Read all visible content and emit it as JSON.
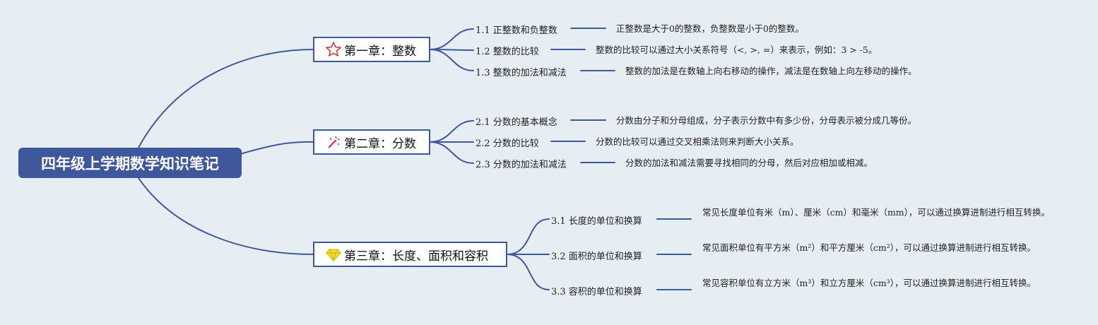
{
  "root": {
    "title": "四年级上学期数学知识笔记"
  },
  "chapters": [
    {
      "title": "第一章：整数",
      "icon": "star-icon",
      "topics": [
        {
          "title": "1.1 正整数和负整数",
          "desc": "正整数是大于0的整数，负整数是小于0的整数。"
        },
        {
          "title": "1.2 整数的比较",
          "desc": "整数的比较可以通过大小关系符号（<, >, =）来表示，例如：3 > -5。"
        },
        {
          "title": "1.3 整数的加法和减法",
          "desc": "整数的加法是在数轴上向右移动的操作，减法是在数轴上向左移动的操作。"
        }
      ]
    },
    {
      "title": "第二章：分数",
      "icon": "magic-wand-icon",
      "topics": [
        {
          "title": "2.1 分数的基本概念",
          "desc": "分数由分子和分母组成，分子表示分数中有多少份，分母表示被分成几等份。"
        },
        {
          "title": "2.2 分数的比较",
          "desc": "分数的比较可以通过交叉相乘法则来判断大小关系。"
        },
        {
          "title": "2.3 分数的加法和减法",
          "desc": "分数的加法和减法需要寻找相同的分母，然后对应相加或相减。"
        }
      ]
    },
    {
      "title": "第三章：长度、面积和容积",
      "icon": "diamond-icon",
      "topics": [
        {
          "title": "3.1 长度的单位和换算",
          "desc": "常见长度单位有米（m）、厘米（cm）和毫米（mm），可以通过换算进制进行相互转换。"
        },
        {
          "title": "3.2 面积的单位和换算",
          "desc": "常见面积单位有平方米（m²）和平方厘米（cm²），可以通过换算进制进行相互转换。"
        },
        {
          "title": "3.3 容积的单位和换算",
          "desc": "常见容积单位有立方米（m³）和立方厘米（cm³），可以通过换算进制进行相互转换。"
        }
      ]
    }
  ],
  "colors": {
    "line": "#3f579b",
    "root_bg": "#3f579b",
    "background": "#e7eef3"
  }
}
